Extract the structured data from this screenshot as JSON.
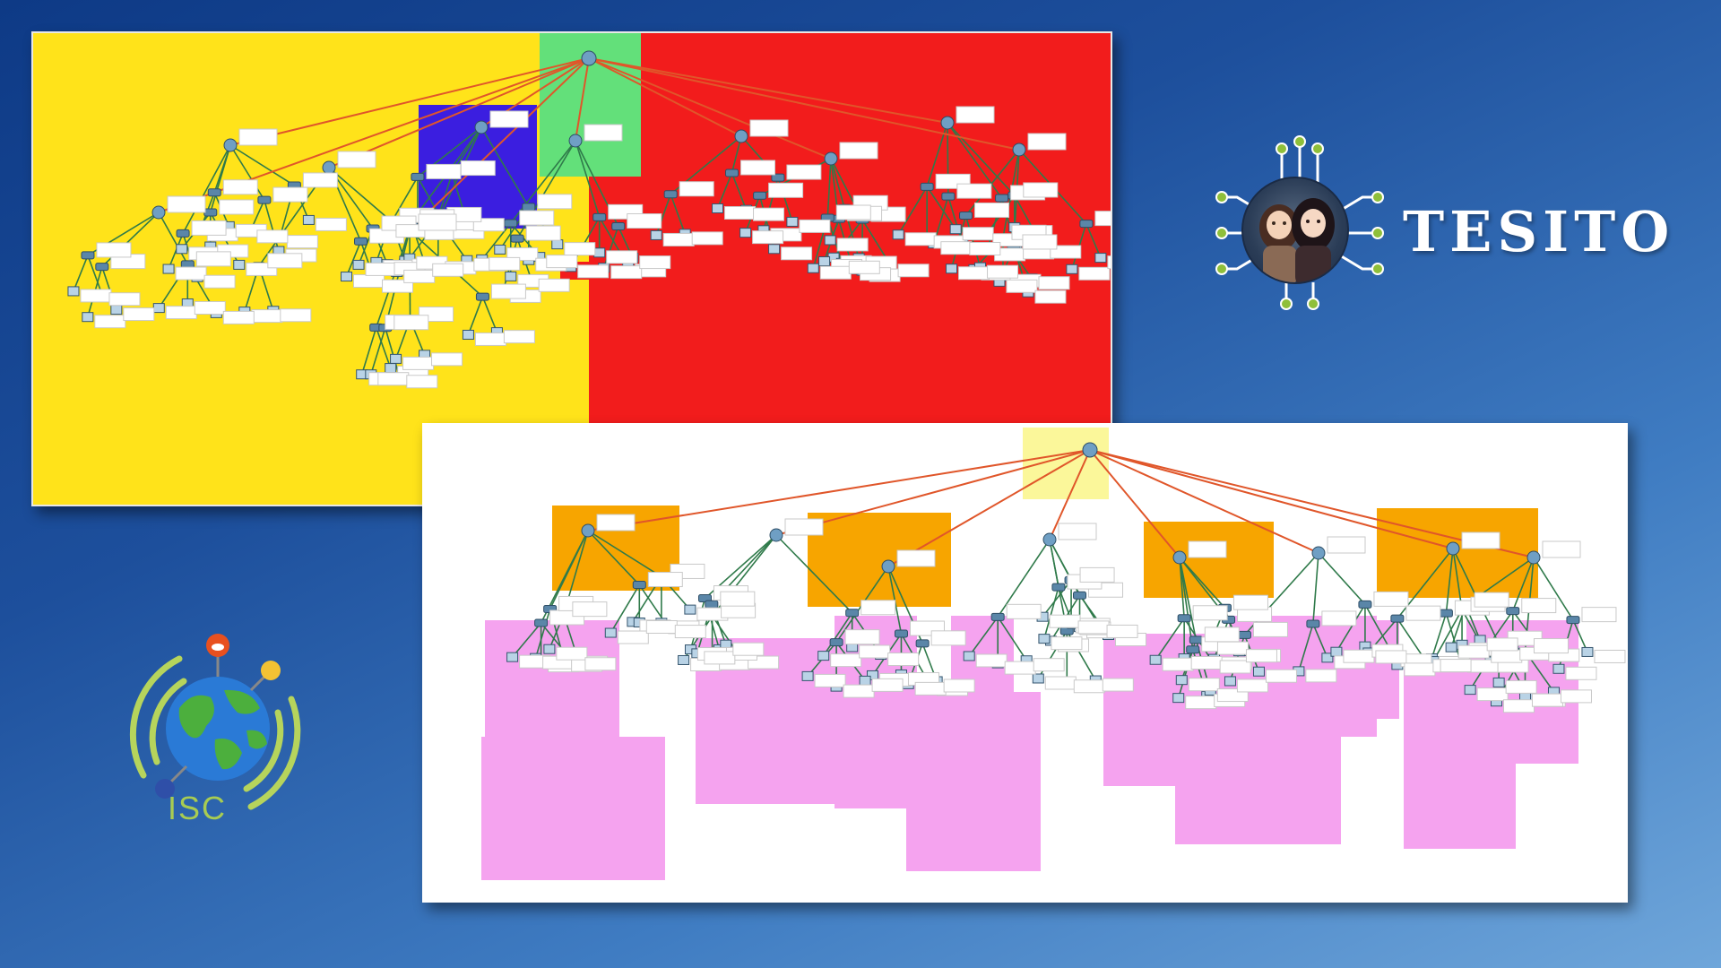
{
  "brand": {
    "name": "TESITO",
    "avatar_icon": "two-girls-circuit-avatar-icon"
  },
  "logo": {
    "label": "ISC",
    "icon": "globe-cloud-network-icon",
    "colors": {
      "ring": "#b6d45c",
      "ocean": "#2a7ad6",
      "land": "#4caf3d",
      "cloud_pin": "#e8501f"
    }
  },
  "topologies": [
    {
      "name": "topology-colored-zones",
      "zones": [
        "yellow",
        "blue",
        "green",
        "red"
      ],
      "colors": {
        "yellow": "#ffe31a",
        "blue": "#3b1ee0",
        "green": "#63e07a",
        "red": "#f21c1c"
      }
    },
    {
      "name": "topology-vlan-groups",
      "zones": [
        "yellow-core",
        "orange",
        "pink"
      ],
      "colors": {
        "yellow": "#fbf79a",
        "orange": "#f7a500",
        "pink": "#f5a3ef"
      }
    }
  ]
}
